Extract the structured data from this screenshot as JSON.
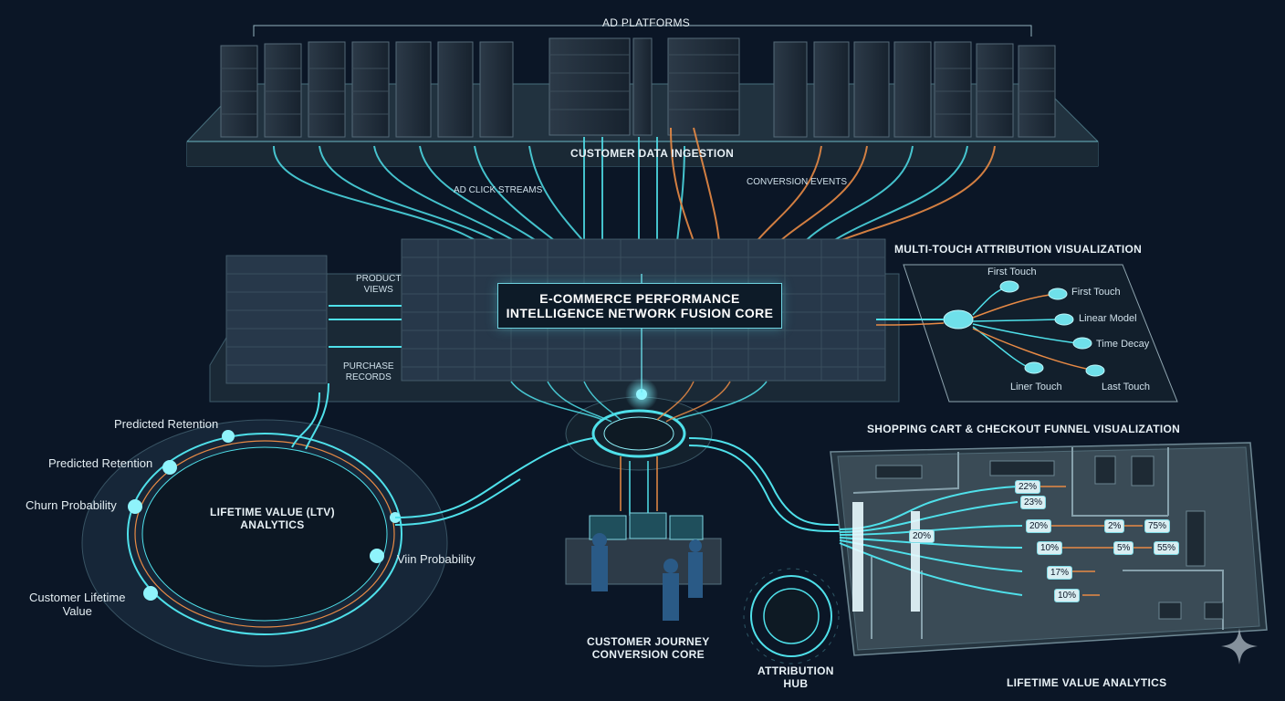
{
  "labels": {
    "ad_platforms": "AD PLATFORMS",
    "customer_data_ingestion": "CUSTOMER DATA INGESTION",
    "ad_click_streams": "AD CLICK STREAMS",
    "conversion_events": "CONVERSION EVENTS",
    "product_views_1": "PRODUCT",
    "product_views_2": "VIEWS",
    "purchase_records_1": "PURCHASE",
    "purchase_records_2": "RECORDS",
    "core_line1": "E-COMMERCE PERFORMANCE",
    "core_line2": "INTELLIGENCE NETWORK FUSION CORE",
    "mta_title": "MULTI-TOUCH ATTRIBUTION VISUALIZATION",
    "funnel_title": "SHOPPING CART & CHECKOUT FUNNEL VISUALIZATION",
    "ltv_line1": "LIFETIME VALUE (LTV)",
    "ltv_line2": "ANALYTICS",
    "journey_line1": "CUSTOMER JOURNEY",
    "journey_line2": "CONVERSION CORE",
    "attribution_hub_line1": "ATTRIBUTION",
    "attribution_hub_line2": "HUB",
    "lifetime_value_analytics": "LIFETIME VALUE ANALYTICS"
  },
  "attribution_models": {
    "first_touch_a": "First Touch",
    "first_touch_b": "First Touch",
    "linear_model": "Linear Model",
    "time_decay": "Time Decay",
    "liner_touch": "Liner Touch",
    "last_touch": "Last Touch"
  },
  "ltv_metrics": {
    "predicted_retention_a": "Predicted Retention",
    "predicted_retention_b": "Predicted Retention",
    "churn_probability": "Churn Probability",
    "viin_probability": "Viin Probability",
    "customer_lifetime_1": "Customer Lifetime",
    "customer_lifetime_2": "Value"
  },
  "funnel_percentages": {
    "entry": "20%",
    "p1": "22%",
    "p2": "23%",
    "p3": "20%",
    "p4": "10%",
    "p5": "17%",
    "p6": "10%",
    "r1": "2%",
    "r2": "75%",
    "r3": "5%",
    "r4": "55%"
  },
  "colors": {
    "background": "#0b1626",
    "cyan_flow": "#4fe0ea",
    "orange_flow": "#e88a45",
    "panel": "#1b2c3c"
  }
}
